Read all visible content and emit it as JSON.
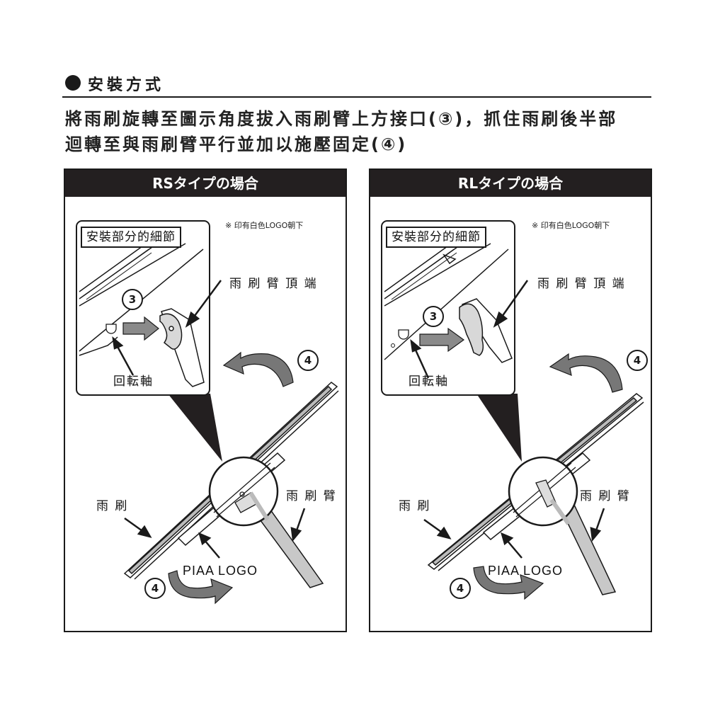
{
  "heading": {
    "title": "安裝方式"
  },
  "description": {
    "line1": "將雨刷旋轉至圖示角度拔入雨刷臂上方接口(③)，抓住雨刷後半部",
    "line2": "迴轉至與雨刷臂平行並加以施壓固定(④)"
  },
  "panels": [
    {
      "header": "RSタイプの場合",
      "note": "※ 印有白色LOGO朝下",
      "detail_title": "安裝部分的細節",
      "step3": "3",
      "step4_top": "4",
      "step4_bottom": "4",
      "arm_tip_label": "雨 刷 臂 頂 端",
      "pivot_label": "回転軸",
      "wiper_label": "雨 刷",
      "arm_label": "雨 刷 臂",
      "logo_label": "PIAA  LOGO"
    },
    {
      "header": "RLタイプの場合",
      "note": "※ 印有白色LOGO朝下",
      "detail_title": "安裝部分的細節",
      "step3": "3",
      "step4_top": "4",
      "step4_bottom": "4",
      "arm_tip_label": "雨 刷 臂 頂 端",
      "pivot_label": "回転軸",
      "wiper_label": "雨 刷",
      "arm_label": "雨 刷 臂",
      "logo_label": "PIAA  LOGO"
    }
  ],
  "colors": {
    "dark": "#231f20",
    "gray_arrow": "#777777",
    "light_gray": "#cccccc"
  }
}
